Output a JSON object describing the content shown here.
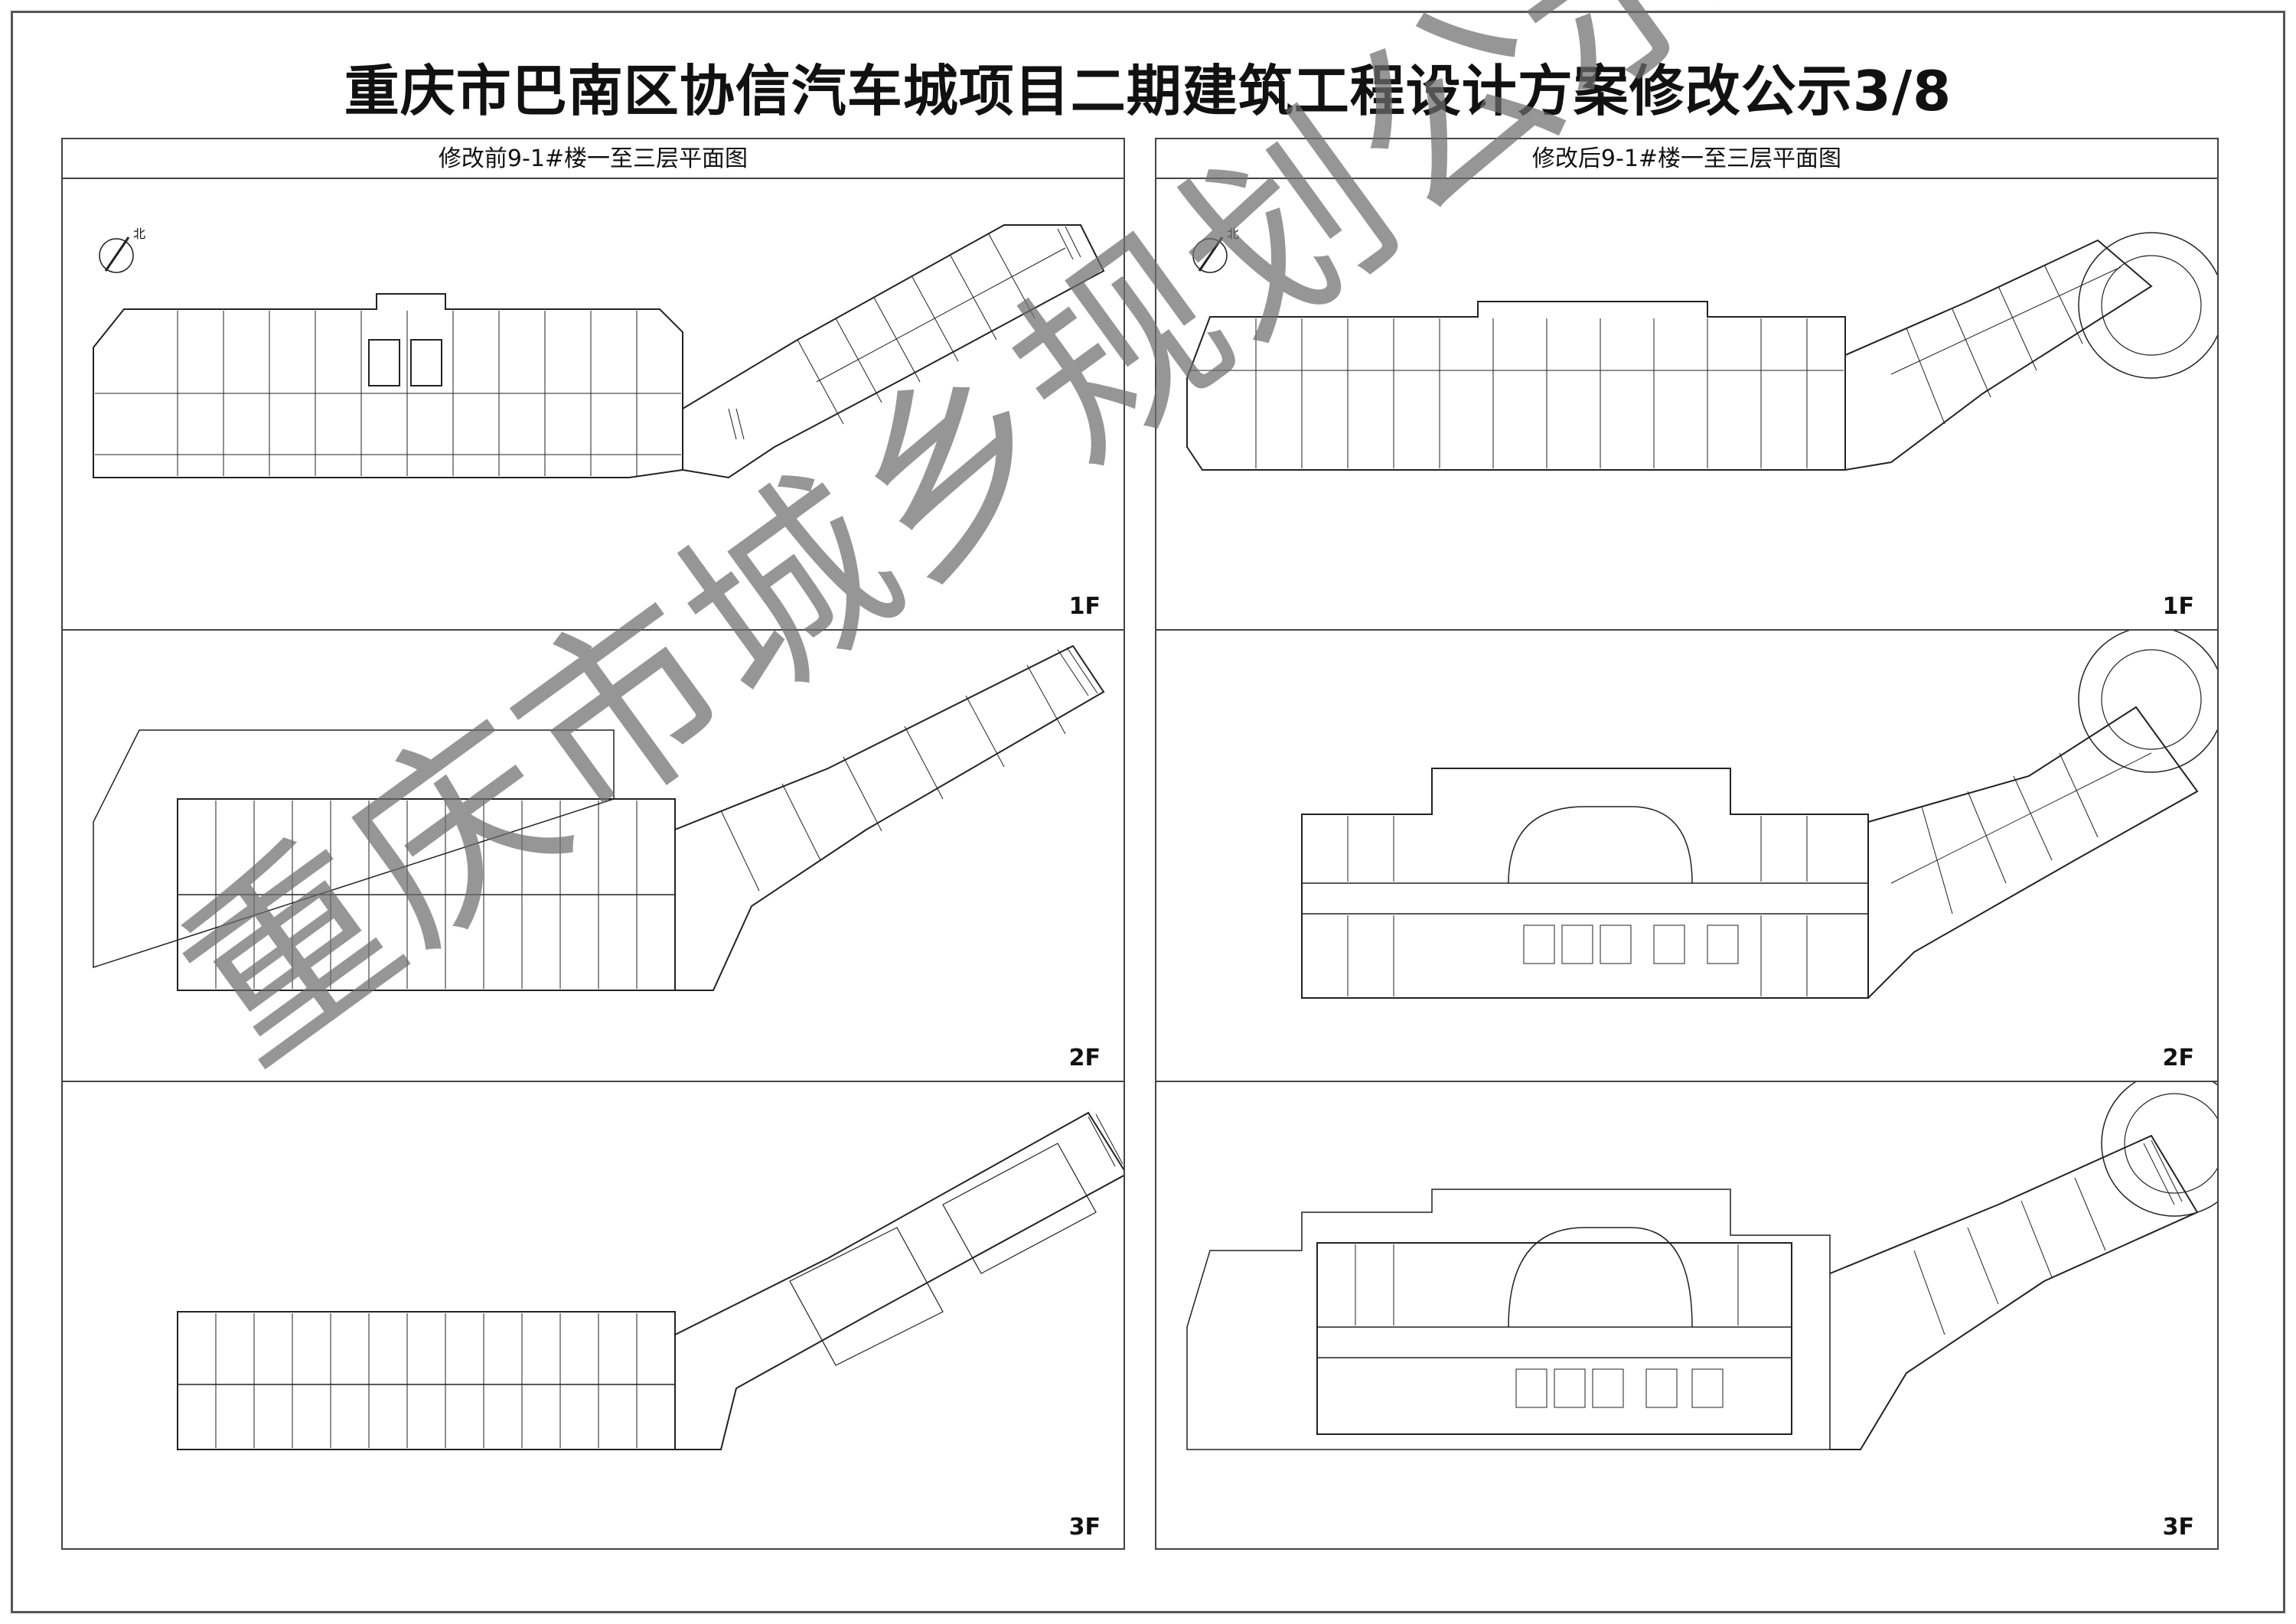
{
  "title": "重庆市巴南区协信汽车城项目二期建筑工程设计方案修改公示3/8",
  "sheets": [
    {
      "heading": "修改前9-1#楼一至三层平面图",
      "floors": [
        "1F",
        "2F",
        "3F"
      ]
    },
    {
      "heading": "修改后9-1#楼一至三层平面图",
      "floors": [
        "1F",
        "2F",
        "3F"
      ]
    }
  ],
  "north_label": "北",
  "watermark": "重庆市城乡规划公示用图",
  "colors": {
    "line": "#222222",
    "frame": "#444444",
    "watermark": "#6e6e6e"
  }
}
